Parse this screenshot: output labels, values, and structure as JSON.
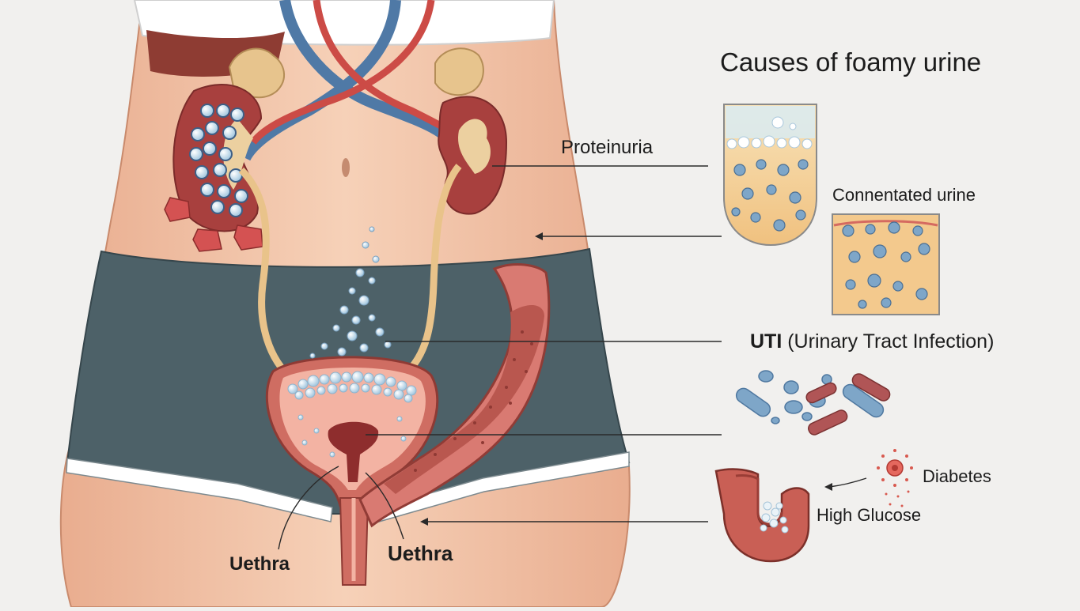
{
  "title": "Causes of foamy urine",
  "labels": {
    "proteinuria": "Proteinuria",
    "concentrated_urine": "Connentated urine",
    "uti_abbrev": "UTI",
    "uti_full": "(Urinary Tract Infection)",
    "diabetes": "Diabetes",
    "high_glucose": "High Glucose",
    "urethra_left": "Uethra",
    "urethra_right": "Uethra"
  },
  "colors": {
    "skin": "#f1c4a6",
    "shorts": "#4d6168",
    "kidney": "#a8403e",
    "ureter": "#e9c38a",
    "bladder": "#cf6d62",
    "bubble": "#cfe3f0",
    "bacteria_blue": "#7ea6c8",
    "bacteria_red": "#b05556",
    "urine": "#f3c98d"
  }
}
